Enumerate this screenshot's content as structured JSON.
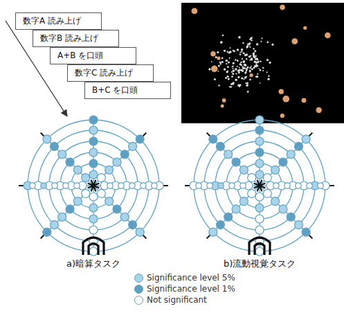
{
  "diagram": {
    "nodes": [
      {
        "text": [
          "数字A 読み上げ"
        ]
      },
      {
        "text": [
          "数字B 読み上げ"
        ]
      },
      {
        "text": [
          "A+B を口頭"
        ]
      },
      {
        "text": [
          "数字C 読み上げ"
        ]
      },
      {
        "text": [
          "B+C を口頭"
        ]
      }
    ],
    "labels": [
      "a)暗算タスク",
      "b)流動視覚タスク"
    ],
    "legend": [
      {
        "text": "Significance level  5%",
        "color": "#a8d3e8"
      },
      {
        "text": "Significance level  1%",
        "color": "#5f9fc2"
      },
      {
        "text": "Not significant",
        "color": "#ffffff"
      }
    ]
  }
}
